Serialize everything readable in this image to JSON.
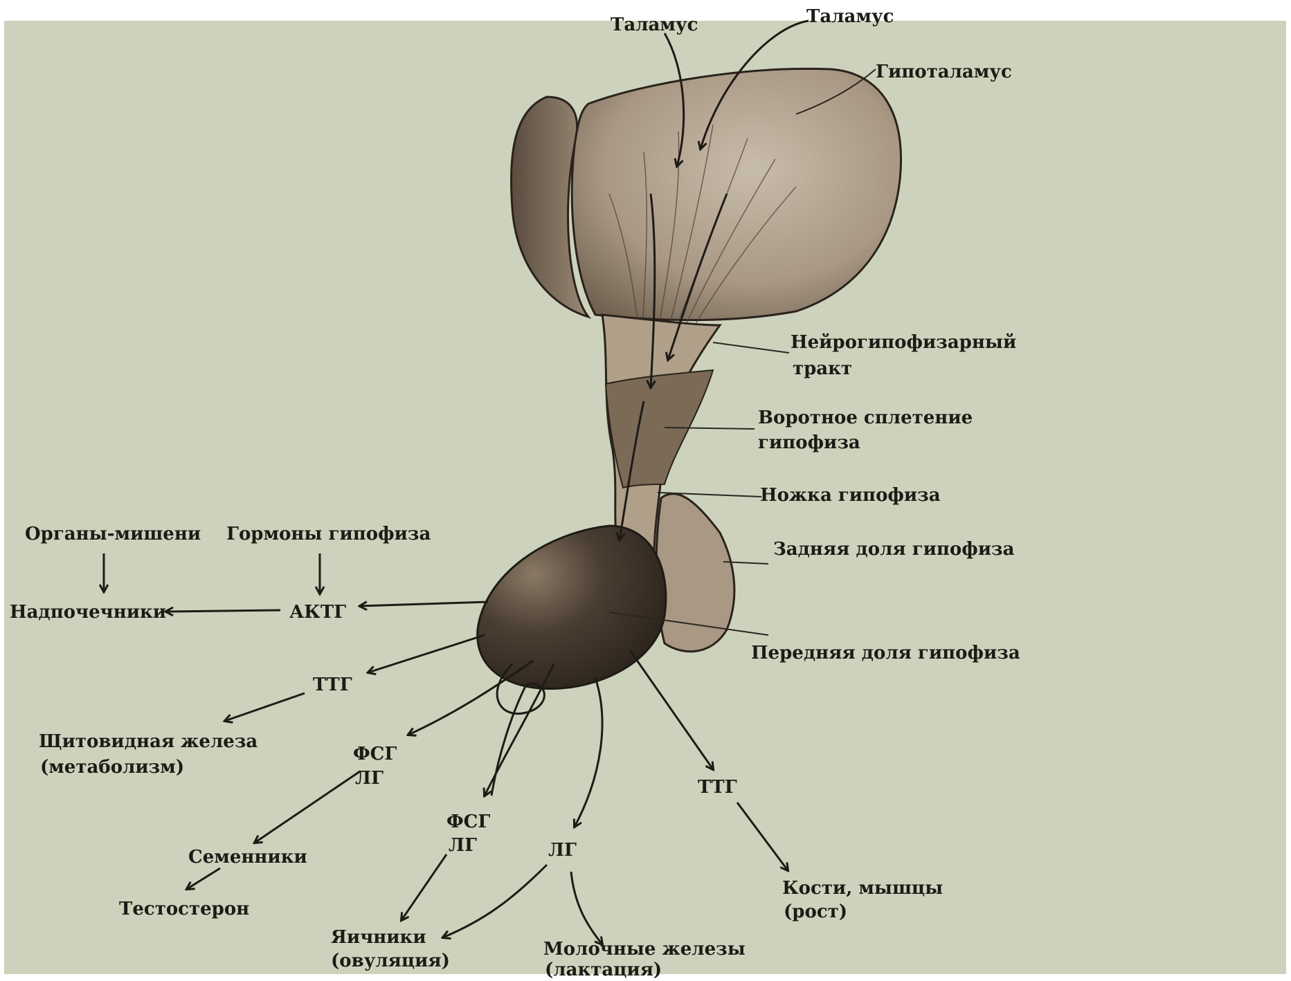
{
  "colors": {
    "background": "#cdd2bc",
    "ink": "#1e1b16",
    "tissue": "#9a8a74"
  },
  "labels": {
    "thalamus_1": "Таламус",
    "thalamus_2": "Таламус",
    "hypothalamus": "Гипоталамус",
    "neuro_tract_1": "Нейрогипофизарный",
    "neuro_tract_2": "тракт",
    "portal_1": "Воротное сплетение",
    "portal_2": "гипофиза",
    "stalk": "Ножка гипофиза",
    "posterior_lobe": "Задняя доля гипофиза",
    "anterior_lobe": "Передняя доля гипофиза",
    "target_organs": "Органы-мишени",
    "pituitary_hormones": "Гормоны гипофиза",
    "adrenals": "Надпочечники",
    "actg": "АКТГ",
    "ttg_1": "ТТГ",
    "thyroid_1": "Щитовидная железа",
    "thyroid_2": "(метаболизм)",
    "fsg_1": "ФСГ",
    "lg_1": "ЛГ",
    "testes": "Семенники",
    "testosterone": "Тестостерон",
    "fsg_2": "ФСГ",
    "lg_2": "ЛГ",
    "lg_3": "ЛГ",
    "ovaries_1": "Яичники",
    "ovaries_2": "(овуляция)",
    "mammary_1": "Молочные железы",
    "mammary_2": "(лактация)",
    "ttg_2": "ТТГ",
    "bones_1": "Кости, мышцы",
    "bones_2": "(рост)"
  }
}
